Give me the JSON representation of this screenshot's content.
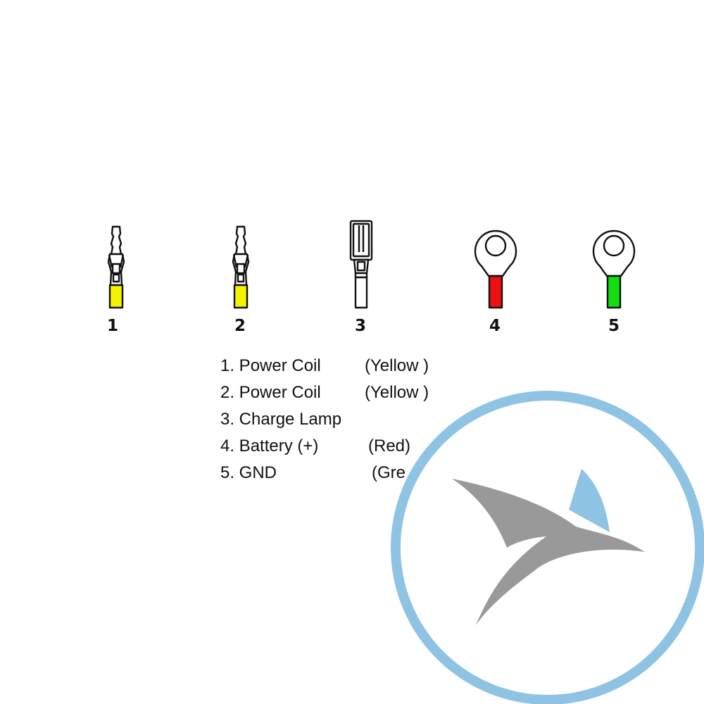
{
  "connectors": [
    {
      "number": "1",
      "type": "bullet-connector-icon",
      "wire_color": "#f4f400"
    },
    {
      "number": "2",
      "type": "bullet-connector-icon",
      "wire_color": "#f4f400"
    },
    {
      "number": "3",
      "type": "spade-connector-icon",
      "wire_color": "#ffffff"
    },
    {
      "number": "4",
      "type": "ring-terminal-icon",
      "wire_color": "#ee1111"
    },
    {
      "number": "5",
      "type": "ring-terminal-icon",
      "wire_color": "#11dd11"
    }
  ],
  "legend": [
    {
      "label": "1. Power Coil",
      "color": "(Yellow )"
    },
    {
      "label": "2. Power Coil",
      "color": "(Yellow )"
    },
    {
      "label": "3. Charge Lamp",
      "color": ""
    },
    {
      "label": "4. Battery (+)",
      "color": "(Red)"
    },
    {
      "label": "5. GND",
      "color": "(Gre"
    }
  ],
  "watermark": {
    "icon": "bird-logo-icon",
    "ring_color": "#8fc3e4",
    "bird_color": "#999999"
  }
}
